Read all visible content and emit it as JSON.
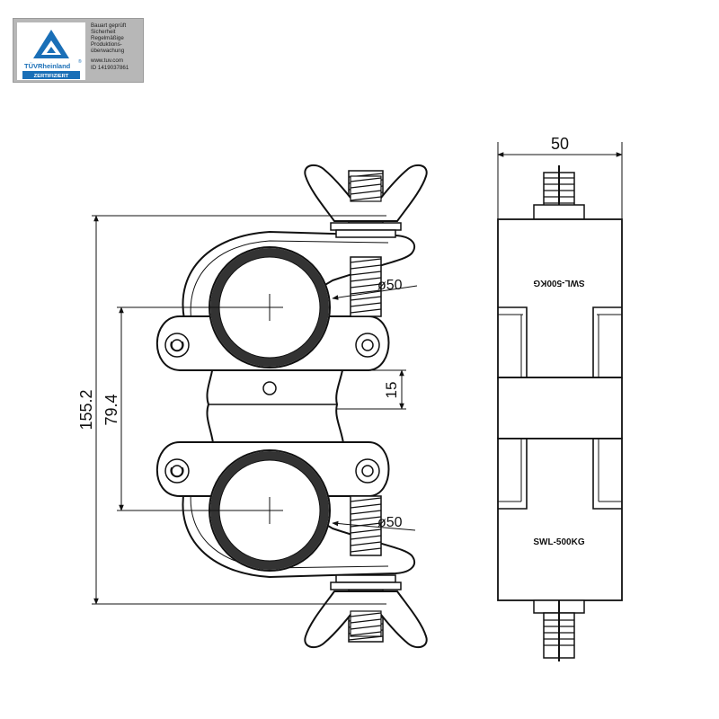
{
  "certificate": {
    "brand": "TÜVRheinland",
    "registered_mark": "®",
    "badge_label": "ZERTIFIZIERT",
    "lines": [
      "Bauart geprüft",
      "Sicherheit",
      "Regelmäßige",
      "Produktions-",
      "überwachung"
    ],
    "website": "www.tuv.com",
    "id_line": "ID 1419037861",
    "colors": {
      "logo_blue": "#1a6fb7",
      "panel_gray": "#b7b7b7"
    }
  },
  "front_view": {
    "overall_height": "155.2",
    "center_distance": "79.4",
    "center_offset": "15",
    "upper_tube_diameter": "ø50",
    "lower_tube_diameter": "ø50"
  },
  "side_view": {
    "width": "50",
    "upper_label": "SWL-500KG",
    "lower_label": "SWL-500KG"
  }
}
